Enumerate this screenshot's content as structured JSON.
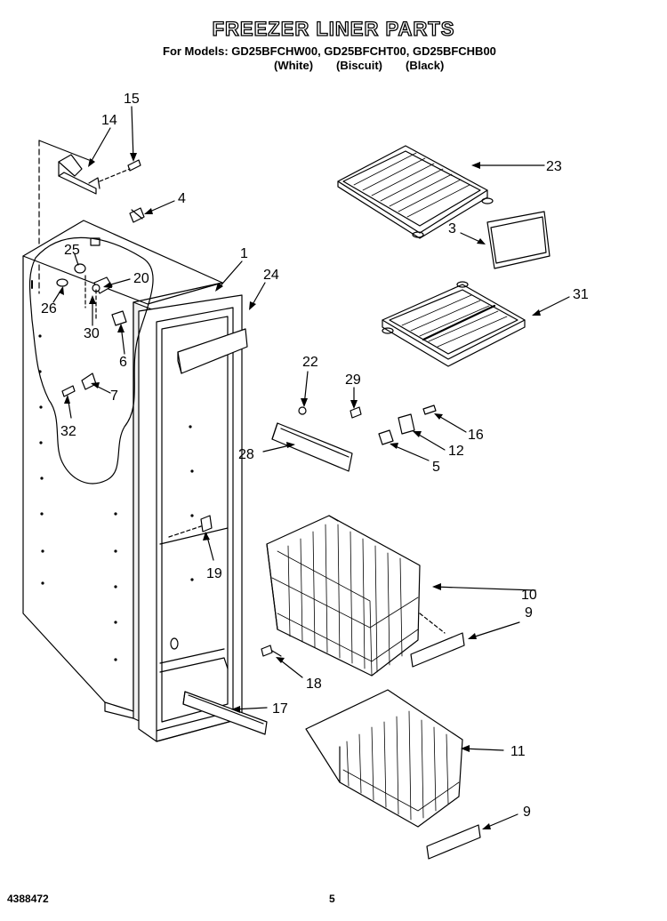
{
  "header": {
    "title": "FREEZER LINER PARTS",
    "models_line": "For Models: GD25BFCHW00, GD25BFCHT00, GD25BFCHB00",
    "color_white": "(White)",
    "color_biscuit": "(Biscuit)",
    "color_black": "(Black)"
  },
  "callouts": [
    "15",
    "14",
    "4",
    "23",
    "3",
    "1",
    "24",
    "31",
    "25",
    "20",
    "26",
    "30",
    "6",
    "22",
    "29",
    "16",
    "7",
    "32",
    "12",
    "28",
    "5",
    "19",
    "10",
    "9",
    "18",
    "17",
    "11",
    "9"
  ],
  "footer": {
    "part_number": "4388472",
    "page_number": "5"
  }
}
